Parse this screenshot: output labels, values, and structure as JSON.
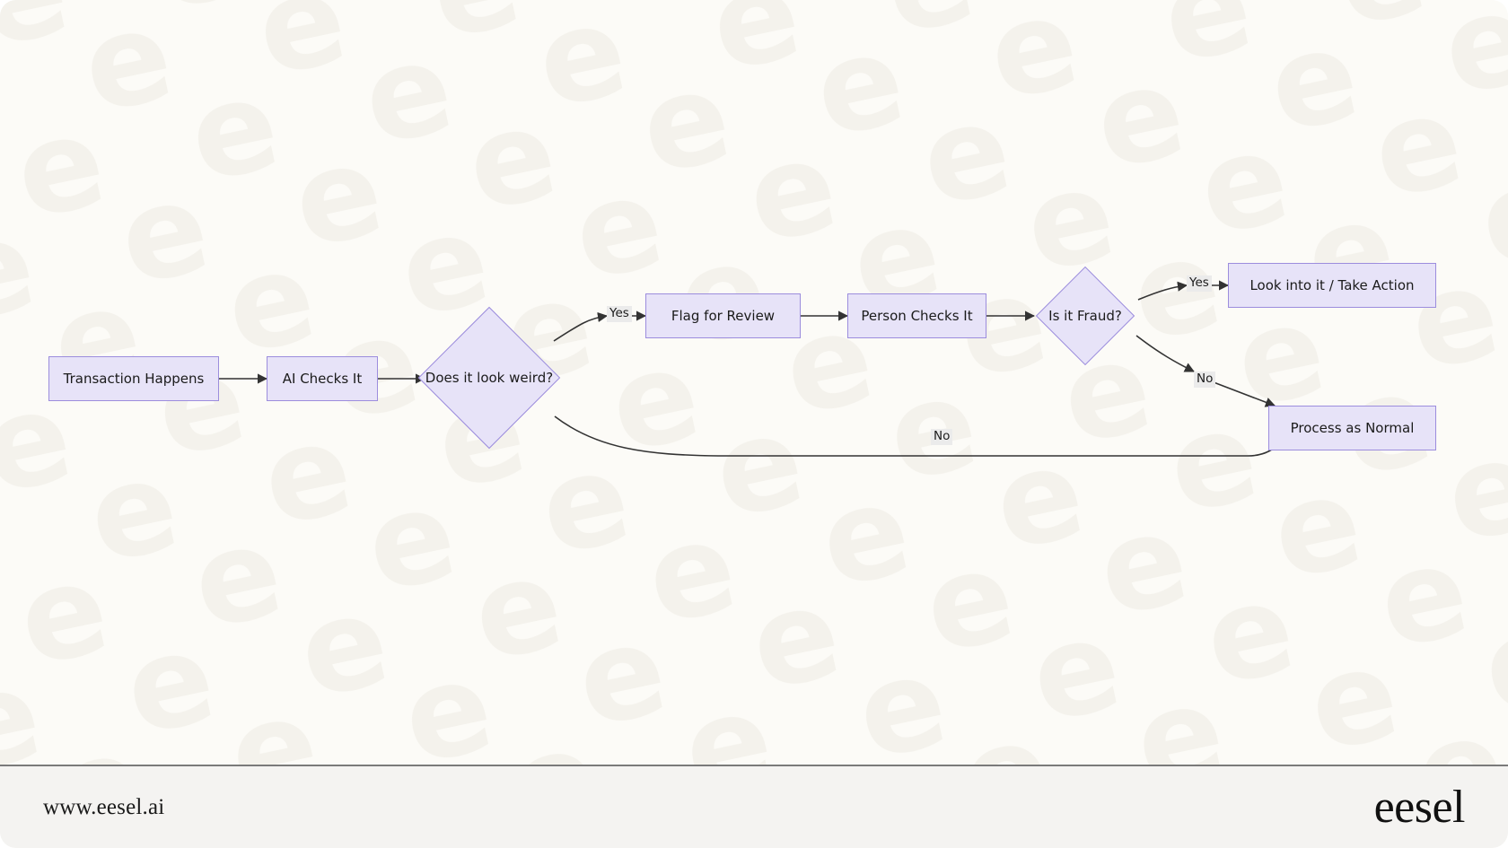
{
  "footer": {
    "url": "www.eesel.ai",
    "logo": "eesel"
  },
  "watermark": {
    "glyph": "e",
    "color": "#f5f3ee"
  },
  "colors": {
    "canvas_background": "#fcfbf7",
    "node_fill": "#e7e3f8",
    "node_border": "#9c8ddd",
    "edge_stroke": "#333333",
    "edge_label_background": "#ebebeb",
    "footer_background": "#f4f3f1",
    "text": "#1b1b1b"
  },
  "chart_data": {
    "type": "diagram",
    "diagram_kind": "flowchart",
    "direction": "left-to-right",
    "title": "",
    "nodes": [
      {
        "id": "n1",
        "label": "Transaction Happens",
        "shape": "rectangle"
      },
      {
        "id": "n2",
        "label": "AI Checks It",
        "shape": "rectangle"
      },
      {
        "id": "n3",
        "label": "Does it look weird?",
        "shape": "diamond"
      },
      {
        "id": "n4",
        "label": "Flag for Review",
        "shape": "rectangle"
      },
      {
        "id": "n5",
        "label": "Person Checks It",
        "shape": "rectangle"
      },
      {
        "id": "n6",
        "label": "Is it Fraud?",
        "shape": "diamond"
      },
      {
        "id": "n7",
        "label": "Look into it / Take Action",
        "shape": "rectangle"
      },
      {
        "id": "n8",
        "label": "Process as Normal",
        "shape": "rectangle"
      }
    ],
    "edges": [
      {
        "from": "n1",
        "to": "n2",
        "label": ""
      },
      {
        "from": "n2",
        "to": "n3",
        "label": ""
      },
      {
        "from": "n3",
        "to": "n4",
        "label": "Yes"
      },
      {
        "from": "n3",
        "to": "n8",
        "label": "No"
      },
      {
        "from": "n4",
        "to": "n5",
        "label": ""
      },
      {
        "from": "n5",
        "to": "n6",
        "label": ""
      },
      {
        "from": "n6",
        "to": "n7",
        "label": "Yes"
      },
      {
        "from": "n6",
        "to": "n8",
        "label": "No"
      }
    ]
  },
  "edge_labels": {
    "weird_yes": "Yes",
    "weird_no": "No",
    "fraud_yes": "Yes",
    "fraud_no": "No"
  }
}
